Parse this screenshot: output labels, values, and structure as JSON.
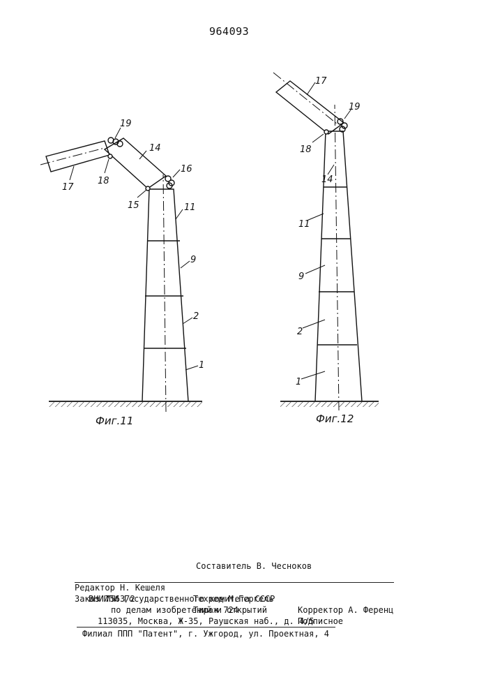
{
  "patent_number": "964093",
  "figures": [
    {
      "caption": "Фиг.11",
      "labels": {
        "l1": "1",
        "l2": "2",
        "l9": "9",
        "l11": "11",
        "l14": "14",
        "l15": "15",
        "l16": "16",
        "l17": "17",
        "l18": "18",
        "l19": "19"
      }
    },
    {
      "caption": "Фиг.12",
      "labels": {
        "l1": "1",
        "l2": "2",
        "l9": "9",
        "l11": "11",
        "l14": "14",
        "l17": "17",
        "l18": "18",
        "l19": "19"
      }
    }
  ],
  "imprint": {
    "compiler": "Составитель В. Чесноков",
    "editor": "Редактор Н. Кешеля",
    "techred": "Техред М.Гергель",
    "corrector": "Корректор А. Ференц",
    "order": "Заказ 7563/2",
    "circulation": "Тираж 724",
    "subscription": "Подписное",
    "org_line1": "ВНИИПИ Государственного комитета СССР",
    "org_line2": "по делам изобретений и открытий",
    "address": "113035, Москва, Ж-35, Раушская наб., д. 4/5",
    "branch": "Филиал ППП \"Патент\", г. Ужгород, ул. Проектная, 4"
  }
}
